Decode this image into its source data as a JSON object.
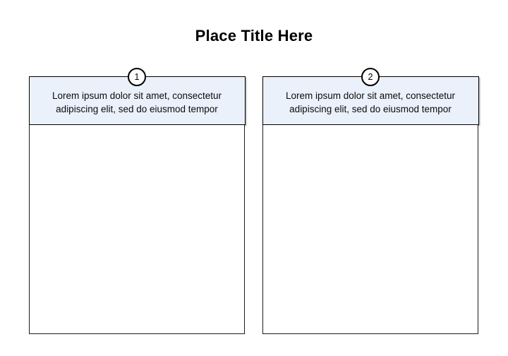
{
  "title": "Place Title Here",
  "panels": [
    {
      "number": "1",
      "header_text": "Lorem ipsum dolor sit amet, consectetur adipiscing elit, sed do eiusmod tempor"
    },
    {
      "number": "2",
      "header_text": "Lorem ipsum dolor sit amet, consectetur adipiscing elit, sed do eiusmod tempor"
    }
  ],
  "colors": {
    "background": "#ffffff",
    "panel_header_fill": "#eaf1fb",
    "border": "#000000",
    "badge_fill": "#ffffff",
    "text": "#000000"
  }
}
